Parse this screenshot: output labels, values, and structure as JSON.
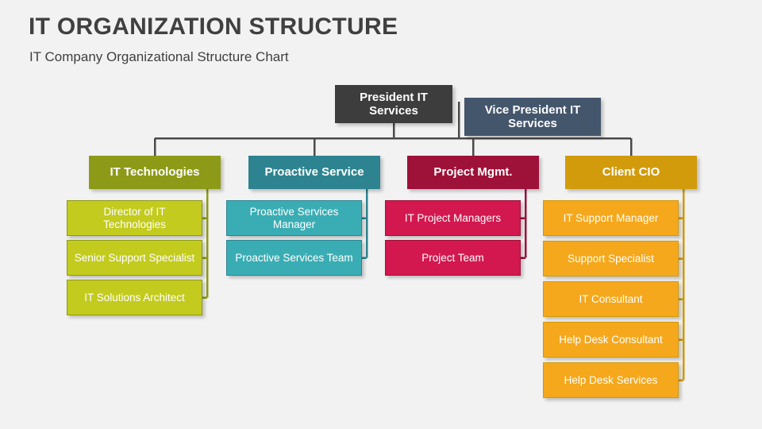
{
  "header": {
    "title": "IT ORGANIZATION STRUCTURE",
    "subtitle": "IT Company Organizational Structure Chart"
  },
  "colors": {
    "background": "#f2f2f2",
    "title_text": "#404040",
    "president": "#3d3d3d",
    "vice_president": "#44566c",
    "it_technologies_header": "#8d9a17",
    "it_technologies_leaf": "#c3cb1e",
    "proactive_service_header": "#2d8490",
    "proactive_service_leaf": "#3aadb4",
    "project_mgmt_header": "#9e1139",
    "project_mgmt_leaf": "#d3174f",
    "client_cio_header": "#d19b0c",
    "client_cio_leaf": "#f5a81c",
    "top_connector": "#4a4a4a"
  },
  "chart_data": {
    "type": "diagram",
    "title": "IT ORGANIZATION STRUCTURE",
    "executives": [
      {
        "id": "president",
        "label": "President IT Services"
      },
      {
        "id": "vice-president",
        "label": "Vice President IT Services"
      }
    ],
    "departments": [
      {
        "id": "it-technologies",
        "label": "IT Technologies",
        "children": [
          {
            "label": "Director of IT Technologies"
          },
          {
            "label": "Senior Support Specialist"
          },
          {
            "label": "IT Solutions Architect"
          }
        ]
      },
      {
        "id": "proactive-service",
        "label": "Proactive Service",
        "children": [
          {
            "label": "Proactive Services Manager"
          },
          {
            "label": "Proactive Services Team"
          }
        ]
      },
      {
        "id": "project-mgmt",
        "label": "Project Mgmt.",
        "children": [
          {
            "label": "IT Project Managers"
          },
          {
            "label": "Project Team"
          }
        ]
      },
      {
        "id": "client-cio",
        "label": "Client CIO",
        "children": [
          {
            "label": "IT Support Manager"
          },
          {
            "label": "Support Specialist"
          },
          {
            "label": "IT Consultant"
          },
          {
            "label": "Help Desk Consultant"
          },
          {
            "label": "Help Desk Services"
          }
        ]
      }
    ]
  }
}
